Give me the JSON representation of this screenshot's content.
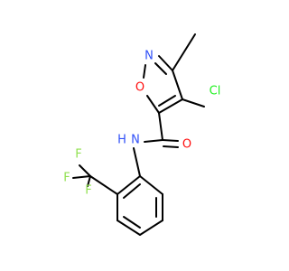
{
  "colors": {
    "bond": "#000000",
    "carbon": "#000000",
    "nitrogen": "#3050F8",
    "oxygen": "#FF0D0D",
    "chlorine": "#1FF01F",
    "fluorine": "#90E050"
  },
  "atoms": {
    "n_ring": "N",
    "o_ring": "O",
    "cl": "Cl",
    "o_carbonyl": "O",
    "n_amide": "N",
    "h_amide": "H",
    "f1": "F",
    "f2": "F",
    "f3": "F"
  }
}
